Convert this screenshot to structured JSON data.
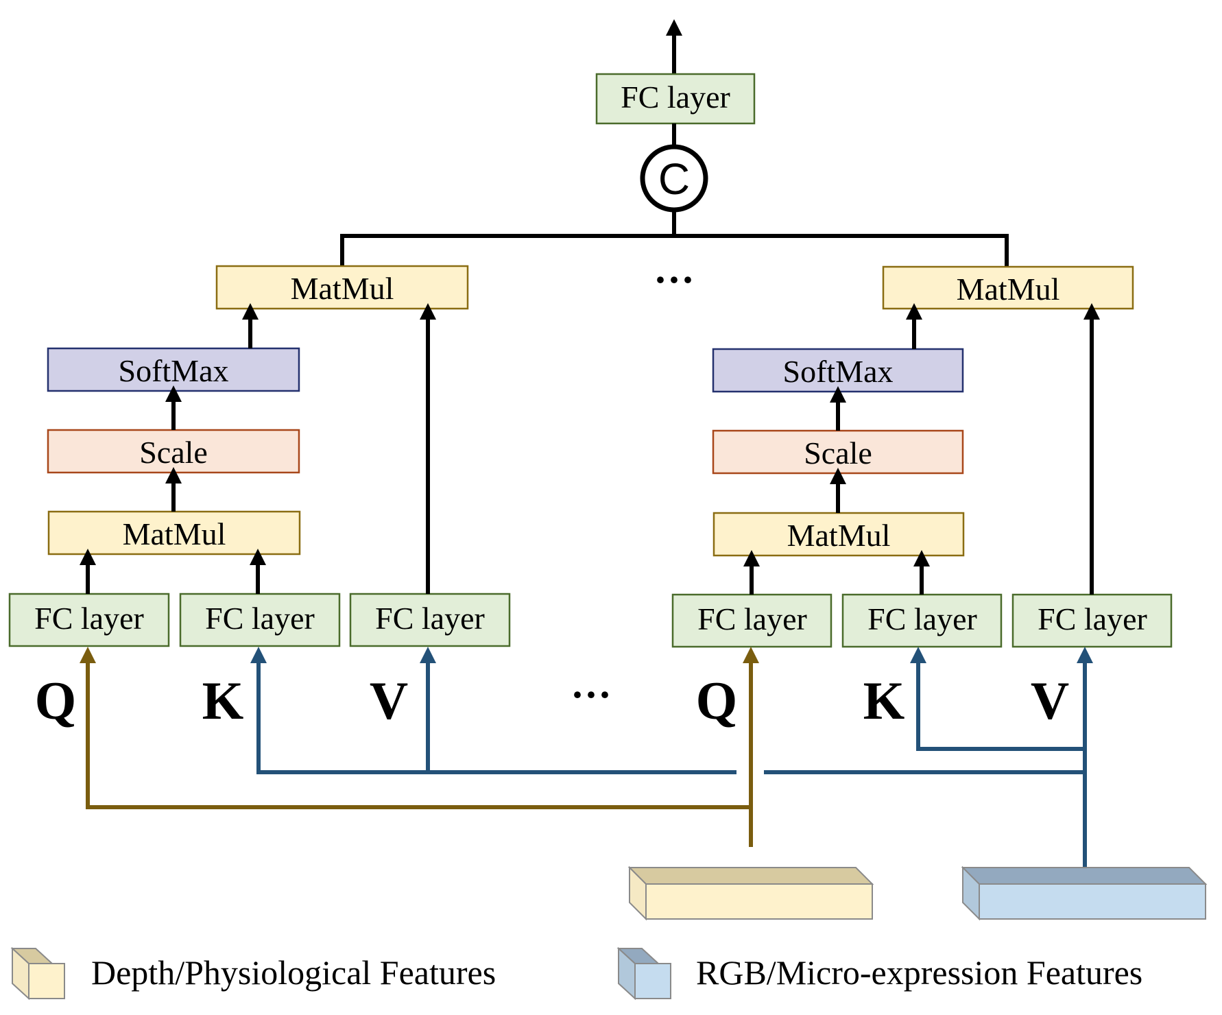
{
  "colors": {
    "fc_fill": "#e2eed8",
    "fc_stroke": "#4a6b2b",
    "matmul_fill": "#fef2cc",
    "matmul_stroke": "#8a6d12",
    "softmax_fill": "#d1d0e7",
    "softmax_stroke": "#24316e",
    "scale_fill": "#fae6d9",
    "scale_stroke": "#a8471a",
    "gold_line": "#7a5d0f",
    "blue_line": "#235178",
    "black_line": "#000000"
  },
  "top": {
    "fc_label": "FC layer",
    "concat_symbol": "C"
  },
  "heads": [
    {
      "matmul_top": "MatMul",
      "softmax": "SoftMax",
      "scale": "Scale",
      "matmul_bottom": "MatMul",
      "fc_q": "FC layer",
      "fc_k": "FC layer",
      "fc_v": "FC layer",
      "q": "Q",
      "k": "K",
      "v": "V"
    },
    {
      "matmul_top": "MatMul",
      "softmax": "SoftMax",
      "scale": "Scale",
      "matmul_bottom": "MatMul",
      "fc_q": "FC layer",
      "fc_k": "FC layer",
      "fc_v": "FC layer",
      "q": "Q",
      "k": "K",
      "v": "V"
    }
  ],
  "ellipsis_top": "···",
  "ellipsis_bottom": "···",
  "legend": [
    {
      "label": "Depth/Physiological Features",
      "icon": "depth-feature-cube-icon"
    },
    {
      "label": "RGB/Micro-expression Features",
      "icon": "rgb-feature-cube-icon"
    }
  ]
}
